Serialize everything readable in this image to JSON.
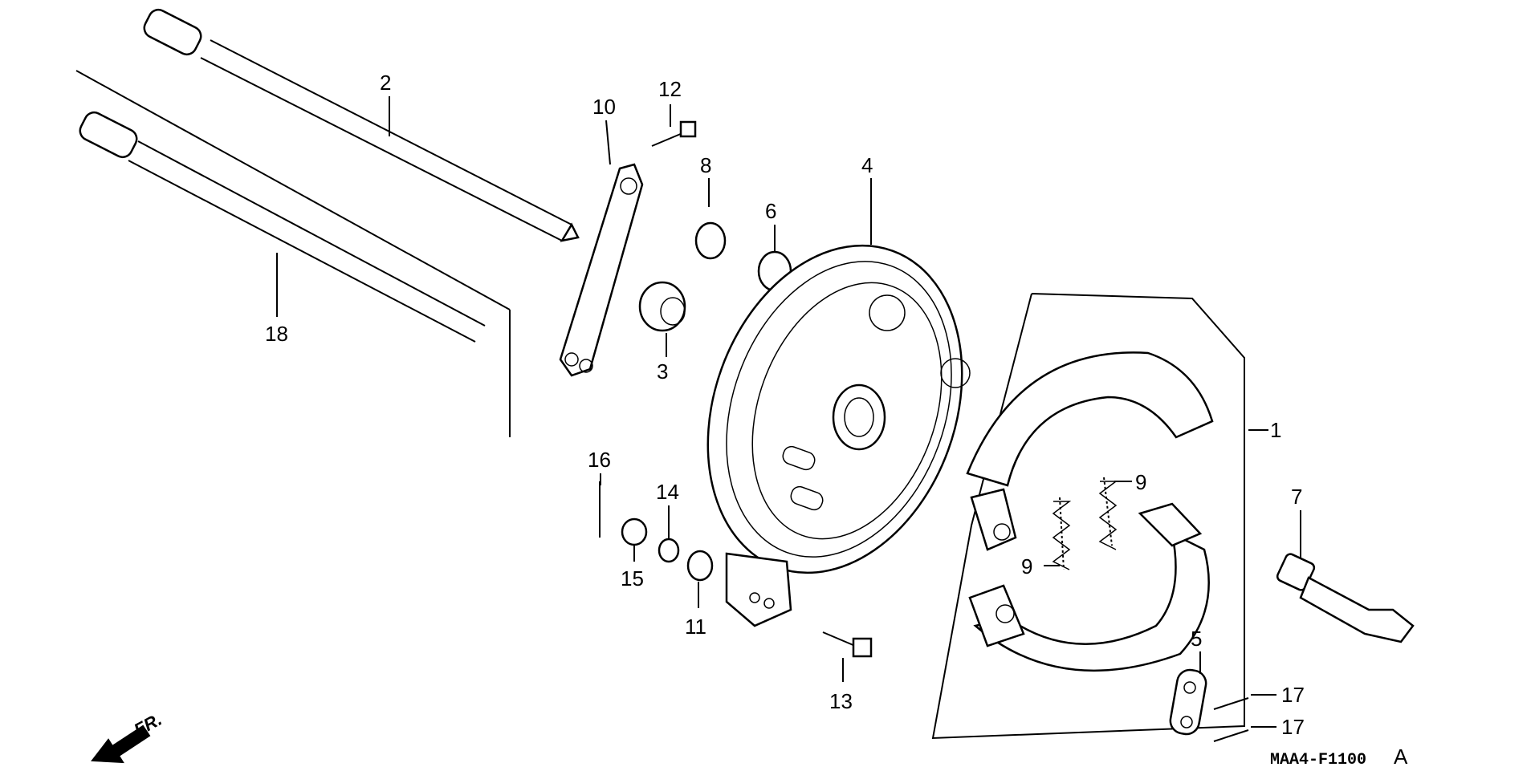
{
  "diagram": {
    "labels": [
      "1",
      "2",
      "3",
      "4",
      "5",
      "6",
      "7",
      "8",
      "9",
      "9",
      "10",
      "11",
      "12",
      "13",
      "14",
      "15",
      "16",
      "17",
      "17",
      "18"
    ],
    "drawing_code": "MAA4-F1100",
    "drawing_revision": "A",
    "front_marker": "FR."
  }
}
